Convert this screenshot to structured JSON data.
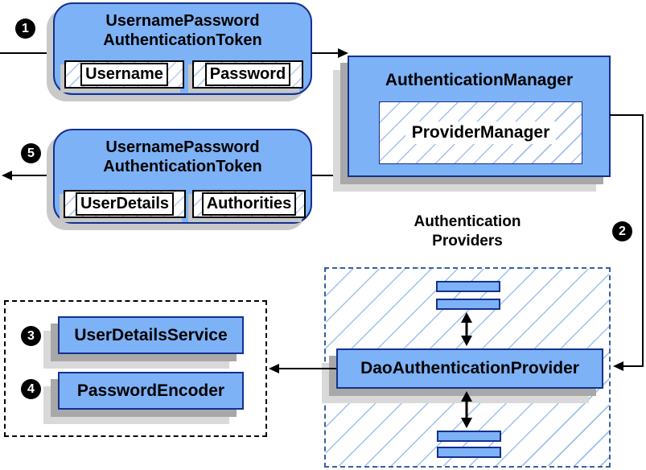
{
  "nodes": {
    "token_request": {
      "title_line1": "UsernamePassword",
      "title_line2": "AuthenticationToken",
      "field1": "Username",
      "field2": "Password"
    },
    "token_response": {
      "title_line1": "UsernamePassword",
      "title_line2": "AuthenticationToken",
      "field1": "UserDetails",
      "field2": "Authorities"
    },
    "authentication_manager": {
      "title": "AuthenticationManager",
      "inner": "ProviderManager"
    },
    "authentication_providers": {
      "label_line1": "Authentication",
      "label_line2": "Providers",
      "provider": "DaoAuthenticationProvider"
    },
    "user_details_service": {
      "label": "UserDetailsService"
    },
    "password_encoder": {
      "label": "PasswordEncoder"
    }
  },
  "step_badges": {
    "step1": "1",
    "step2": "2",
    "step3": "3",
    "step4": "4",
    "step5": "5"
  },
  "colors": {
    "node_fill": "#7db2f6",
    "node_border": "#14308f",
    "hatch_blue": "#9cc0ec",
    "provider_dashed_border": "#3a5fa0",
    "shadow_dark": "#a8a8a8",
    "shadow_light": "#d9d9d9",
    "connector_black": "#000000"
  }
}
